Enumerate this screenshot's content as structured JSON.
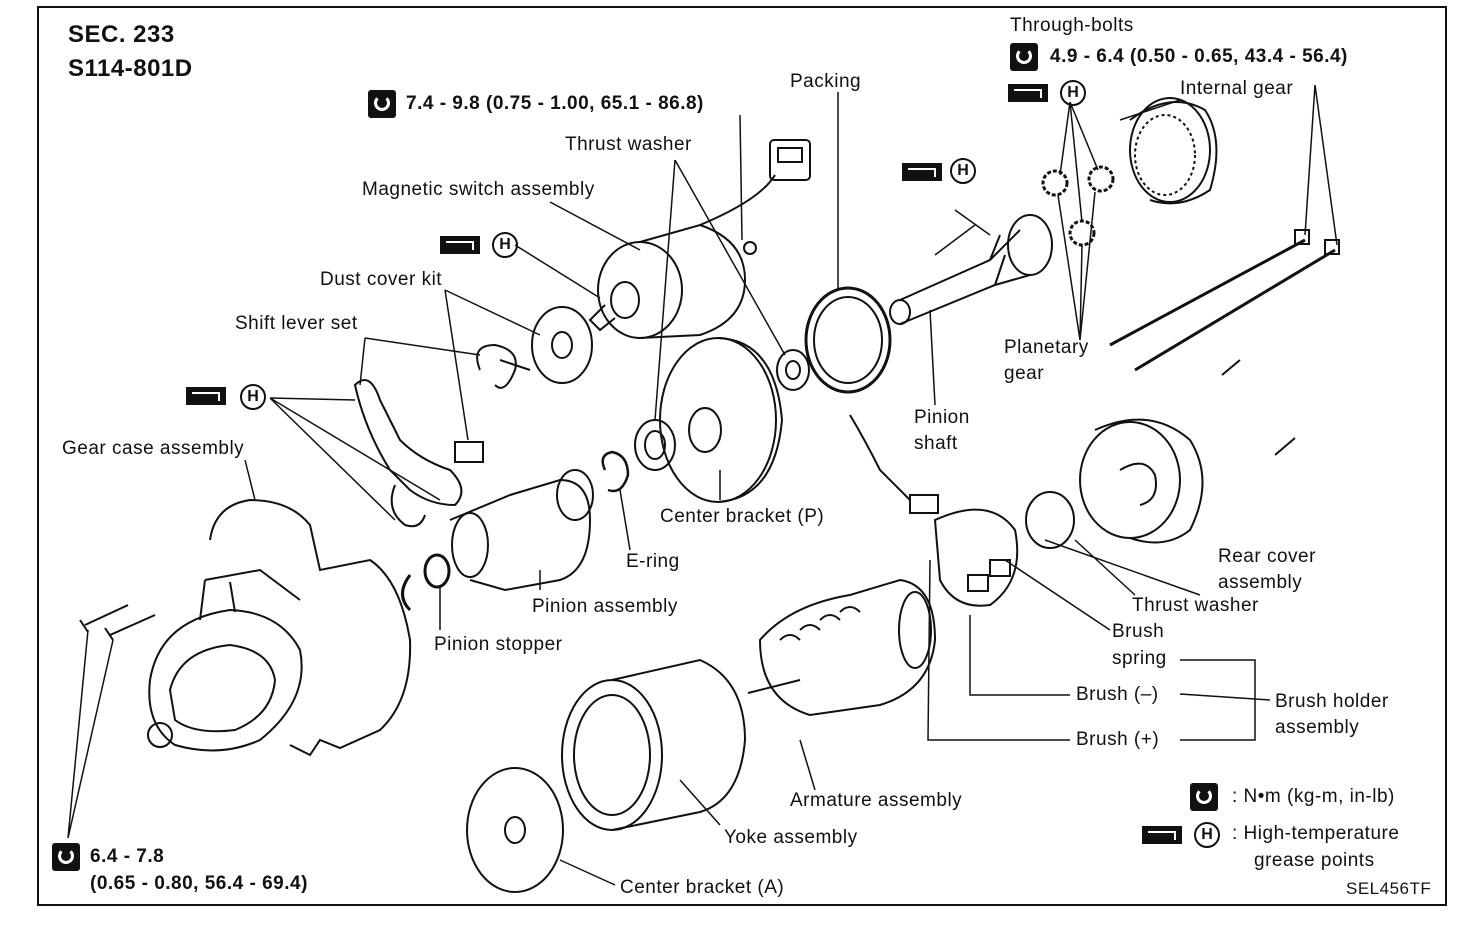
{
  "header": {
    "section": "SEC. 233",
    "part_code": "S114-801D"
  },
  "torque_specs": {
    "magnetic_switch": "7.4 - 9.8 (0.75 - 1.00, 65.1 - 86.8)",
    "through_bolts": "4.9 - 6.4 (0.50 - 0.65, 43.4 - 56.4)",
    "gear_case_bolts_line1": "6.4 - 7.8",
    "gear_case_bolts_line2": "(0.65 - 0.80, 56.4 - 69.4)"
  },
  "grease_symbol": "H",
  "labels": {
    "through_bolts": "Through-bolts",
    "internal_gear": "Internal gear",
    "packing": "Packing",
    "thrust_washer_front": "Thrust washer",
    "magnetic_switch": "Magnetic switch assembly",
    "dust_cover": "Dust cover kit",
    "shift_lever": "Shift lever set",
    "gear_case": "Gear case assembly",
    "planetary_gear_1": "Planetary",
    "planetary_gear_2": "gear",
    "pinion_shaft_1": "Pinion",
    "pinion_shaft_2": "shaft",
    "center_bracket_p": "Center bracket (P)",
    "e_ring": "E-ring",
    "pinion_assembly": "Pinion assembly",
    "pinion_stopper": "Pinion stopper",
    "rear_cover_1": "Rear cover",
    "rear_cover_2": "assembly",
    "thrust_washer_rear": "Thrust washer",
    "brush_spring_1": "Brush",
    "brush_spring_2": "spring",
    "brush_minus": "Brush (–)",
    "brush_plus": "Brush (+)",
    "brush_holder_1": "Brush holder",
    "brush_holder_2": "assembly",
    "armature": "Armature assembly",
    "yoke": "Yoke assembly",
    "center_bracket_a": "Center bracket (A)"
  },
  "legend": {
    "torque_unit": ": N•m (kg-m, in-lb)",
    "grease_line1": ": High-temperature",
    "grease_line2": "grease points"
  },
  "figure_id": "SEL456TF"
}
